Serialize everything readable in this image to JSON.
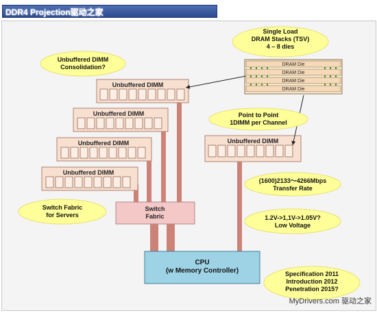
{
  "header": {
    "title": "DDR4 Projection驱动之家"
  },
  "callouts": {
    "single_load": [
      "Single Load",
      "DRAM Stacks (TSV)",
      "4 – 8 dies"
    ],
    "consolidation": [
      "Unbuffered DIMM",
      "Consolidation?"
    ],
    "p2p": [
      "Point to Point",
      "1DIMM per Channel"
    ],
    "rate": [
      "(1600)2133～4266Mbps",
      "Transfer Rate"
    ],
    "voltage": [
      "1.2V->1,1V->1.05V?",
      "Low Voltage"
    ],
    "switch_fabric": [
      "Switch Fabric",
      "for Servers"
    ],
    "spec": [
      "Specification 2011",
      "Introduction 2012",
      "Penetration 2015?"
    ]
  },
  "dimm_label": "Unbuffered DIMM",
  "die_label": "DRAM Die",
  "switch": [
    "Switch",
    "Fabric"
  ],
  "cpu": [
    "CPU",
    "(w Memory Controller)"
  ],
  "watermark": "MyDrivers.com 驱动之家",
  "colors": {
    "dimm": "#f8e0d0",
    "chip": "#fbeee4",
    "bus": "#cd8278",
    "switch": "#f5c8c8",
    "cpu": "#9ed3e6",
    "callout": "#ffff99"
  }
}
